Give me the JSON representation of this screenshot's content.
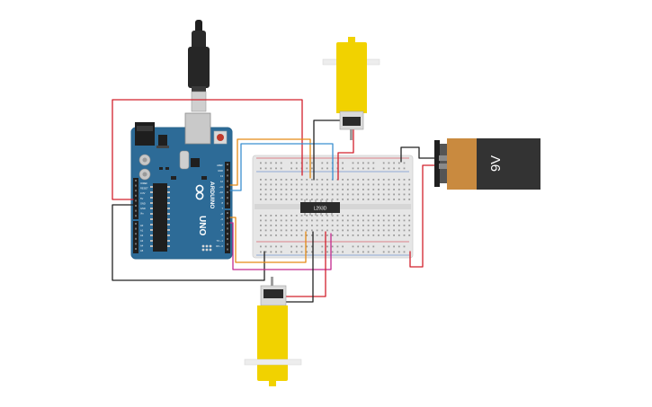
{
  "arduino": {
    "brand": "ARDUINO",
    "model": "UNO",
    "power_header_labels": [
      "IOREF",
      "RESET",
      "3.3V",
      "5V",
      "GND",
      "GND",
      "Vin"
    ],
    "analog_header_labels": [
      "A0",
      "A1",
      "A2",
      "A3",
      "A4",
      "A5"
    ],
    "digital_header_labels": [
      "AREF",
      "GND",
      "13",
      "12",
      "~11",
      "~10",
      "~9",
      "8",
      "7",
      "~6",
      "~5",
      "4",
      "~3",
      "2",
      "TX→1",
      "RX←0"
    ]
  },
  "motor_driver": {
    "chip_label": "L293D"
  },
  "battery": {
    "voltage_label": "9V"
  },
  "colors": {
    "arduino_board": "#2d6b97",
    "breadboard": "#e6e6e6",
    "motor_body": "#f1d200",
    "battery_body": "#333333",
    "battery_cap": "#c98a3f",
    "wire_red": "#d2202c",
    "wire_black": "#222222",
    "wire_orange": "#e58a16",
    "wire_blue": "#3b8fd0",
    "wire_magenta": "#c32a8e"
  }
}
